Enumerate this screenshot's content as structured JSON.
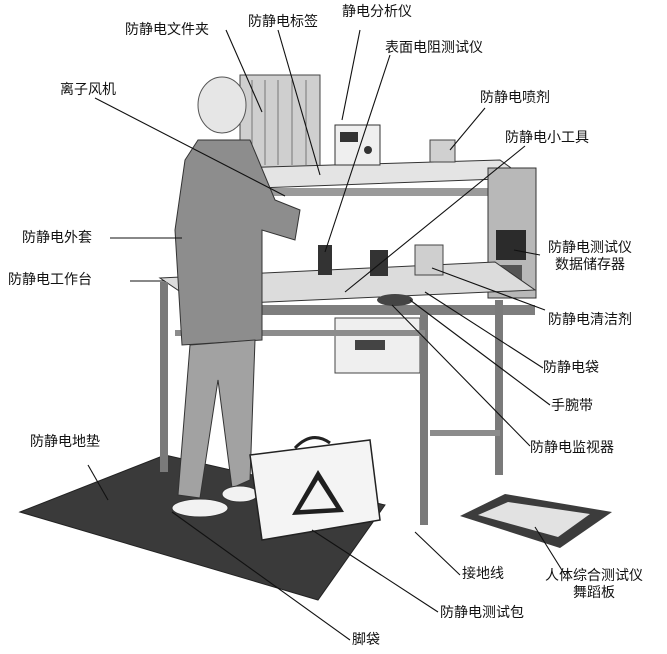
{
  "labels": {
    "folder": "防静电文件夹",
    "tag": "防静电标签",
    "analyzer": "静电分析仪",
    "surface_tester": "表面电阻测试仪",
    "ionizer": "离子风机",
    "spray": "防静电喷剂",
    "small_tools": "防静电小工具",
    "jacket": "防静电外套",
    "tester_storage_1": "防静电测试仪",
    "tester_storage_2": "数据储存器",
    "workbench": "防静电工作台",
    "cleaner": "防静电清洁剂",
    "bag": "防静电袋",
    "wrist_strap": "手腕带",
    "monitor": "防静电监视器",
    "floor_mat": "防静电地垫",
    "ground_wire": "接地线",
    "body_tester_1": "人体综合测试仪",
    "body_tester_2": "舞蹈板",
    "test_kit": "防静电测试包",
    "shoe_cover": "脚袋"
  },
  "colors": {
    "line": "#111111",
    "photo_dark": "#2e2e2e",
    "photo_mid": "#8a8a8a",
    "photo_light": "#d9d9d9"
  }
}
